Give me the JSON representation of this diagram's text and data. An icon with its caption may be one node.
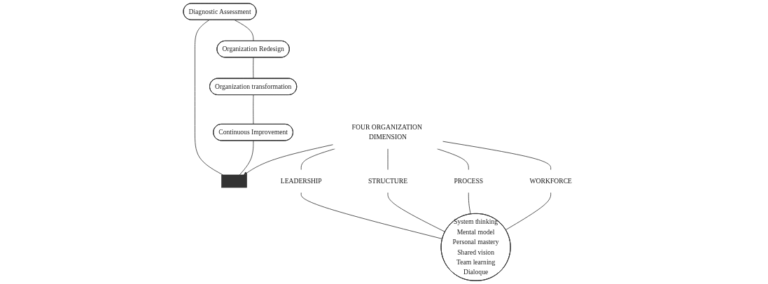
{
  "diagram": {
    "nodes": [
      {
        "text": [
          "Diagnostic Assessment"
        ]
      },
      {
        "text": [
          "Organization Redesign"
        ]
      },
      {
        "text": [
          "Organization transformation"
        ]
      },
      {
        "text": [
          "Continuous Improvement"
        ]
      },
      {
        "text": [],
        "shape": "bar"
      },
      {
        "text": [
          "FOUR ORGANIZATION DIMENSION"
        ]
      },
      {
        "text": [
          "LEADERSHIP"
        ]
      },
      {
        "text": [
          "STRUCTURE"
        ]
      },
      {
        "text": [
          "PROCESS"
        ]
      },
      {
        "text": [
          "WORKFORCE"
        ]
      },
      {
        "text": [
          "System thinking",
          "Mental model",
          "Personal mastery",
          "Shared vision",
          "Team learning",
          "Dialoque"
        ]
      }
    ],
    "edges": [
      {
        "from": 0,
        "to": 1,
        "arrow": "none"
      },
      {
        "from": 1,
        "to": 2,
        "arrow": "none"
      },
      {
        "from": 2,
        "to": 3,
        "arrow": "none"
      },
      {
        "from": 0,
        "to": 4,
        "arrow": "none"
      },
      {
        "from": 3,
        "to": 4,
        "arrow": "none"
      },
      {
        "from": 5,
        "to": 4,
        "arrow": "to"
      },
      {
        "from": 5,
        "to": 6,
        "arrow": "none"
      },
      {
        "from": 5,
        "to": 7,
        "arrow": "none"
      },
      {
        "from": 5,
        "to": 8,
        "arrow": "none"
      },
      {
        "from": 5,
        "to": 9,
        "arrow": "none"
      },
      {
        "from": 6,
        "to": 10,
        "arrow": "none"
      },
      {
        "from": 7,
        "to": 10,
        "arrow": "none"
      },
      {
        "from": 8,
        "to": 10,
        "arrow": "none"
      },
      {
        "from": 9,
        "to": 10,
        "arrow": "none"
      }
    ]
  }
}
